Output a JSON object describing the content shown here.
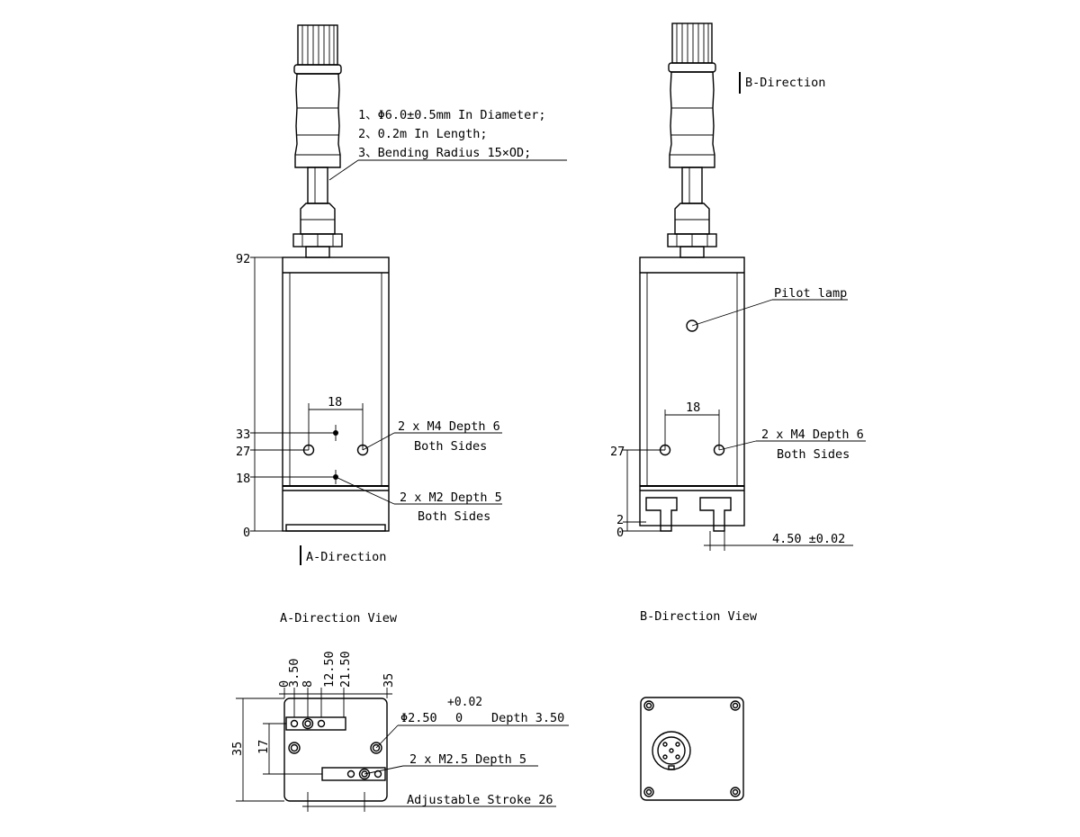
{
  "cable_notes": [
    "1、Φ6.0±0.5mm In Diameter;",
    "2、0.2m In Length;",
    "3、Bending Radius 15×OD;"
  ],
  "front_view": {
    "height_dims": [
      "92",
      "33",
      "27",
      "18",
      "0"
    ],
    "hole_spacing": "18",
    "m4_note_line1": "2 x M4 Depth 6",
    "m4_note_line2": "Both Sides",
    "m2_note_line1": "2 x M2 Depth 5",
    "m2_note_line2": "Both Sides",
    "a_direction_marker": "A-Direction"
  },
  "side_view": {
    "b_direction_marker": "B-Direction",
    "pilot_lamp": "Pilot lamp",
    "hole_spacing": "18",
    "height_dims": [
      "27",
      "2",
      "0"
    ],
    "m4_note_line1": "2 x M4 Depth 6",
    "m4_note_line2": "Both Sides",
    "tolerance_note": "4.50 ±0.02"
  },
  "a_view": {
    "title": "A-Direction View",
    "top_dims": [
      "0",
      "3.50",
      "8",
      "12.50",
      "21.50",
      "35"
    ],
    "left_dims": [
      "35",
      "17"
    ],
    "pin_tol_upper": "+0.02",
    "pin_note_dia": "Φ2.50",
    "pin_tol_lower": "0",
    "pin_note_depth": "Depth 3.50",
    "m25_note": "2 x  M2.5 Depth 5",
    "stroke_note": "Adjustable Stroke 26"
  },
  "b_view": {
    "title": "B-Direction View"
  }
}
